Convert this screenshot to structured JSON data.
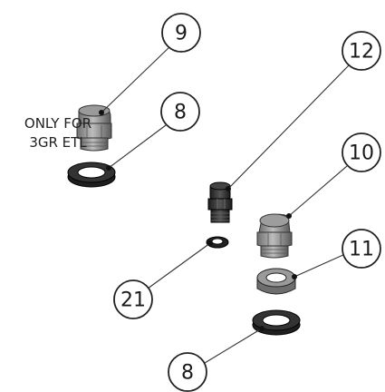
{
  "note": {
    "line1": "ONLY FOR",
    "line2": "3GR ETL"
  },
  "callouts": {
    "c9": "9",
    "c8_top": "8",
    "c12": "12",
    "c10": "10",
    "c11": "11",
    "c21": "21",
    "c8_bottom": "8"
  },
  "colors": {
    "line": "#333333",
    "part_dark": "#2b2b2b",
    "part_mid": "#8a8a8a",
    "part_light": "#b8b8b8"
  }
}
